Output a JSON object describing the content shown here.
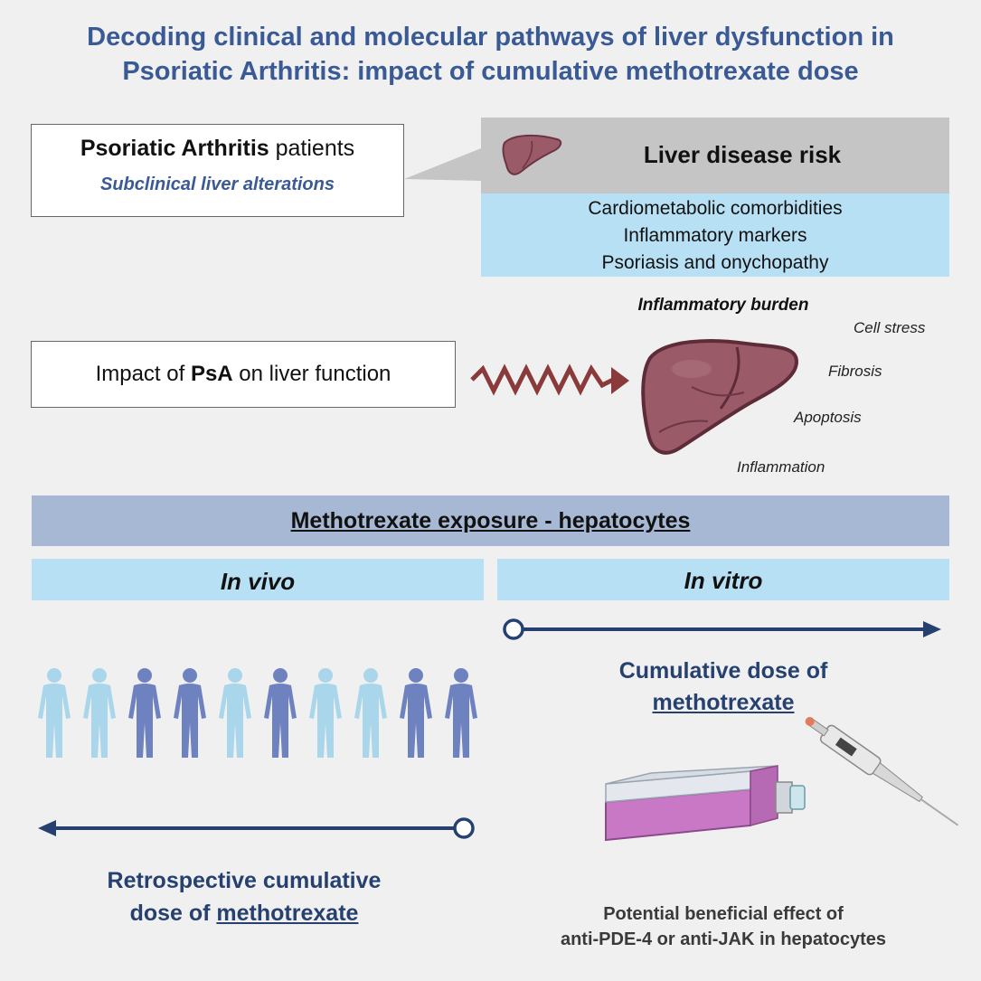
{
  "title": {
    "line1": "Decoding clinical and molecular pathways of liver dysfunction in",
    "line2": "Psoriatic Arthritis: impact of cumulative methotrexate dose"
  },
  "patients_box": {
    "bold": "Psoriatic Arthritis",
    "rest": " patients",
    "subtitle": "Subclinical liver alterations"
  },
  "liver_risk": {
    "title": "Liver disease risk",
    "items": [
      "Cardiometabolic comorbidities",
      "Inflammatory markers",
      "Psoriasis and onychopathy"
    ]
  },
  "impact_box": {
    "prefix": "Impact of ",
    "bold": "PsA",
    "suffix": " on liver function"
  },
  "inflammatory_burden": {
    "label": "Inflammatory burden",
    "effects": [
      "Cell stress",
      "Fibrosis",
      "Apoptosis",
      "Inflammation"
    ]
  },
  "methotrexate_section": {
    "title": "Methotrexate exposure - hepatocytes",
    "in_vivo": "In vivo",
    "in_vitro": "In vitro"
  },
  "in_vitro_panel": {
    "dose_line1": "Cumulative dose of",
    "dose_line2": "methotrexate",
    "note_line1": "Potential beneficial effect of",
    "note_line2": "anti-PDE-4 or anti-JAK in hepatocytes"
  },
  "in_vivo_panel": {
    "dose_line1": "Retrospective cumulative",
    "dose_line2_prefix": "dose of ",
    "dose_line2_u": "methotrexate",
    "people_shades": [
      "light",
      "light",
      "dark",
      "dark",
      "light",
      "dark",
      "light",
      "light",
      "dark",
      "dark"
    ]
  },
  "colors": {
    "title": "#3a5a96",
    "navy": "#26406f",
    "light_blue": "#b8e0f4",
    "person_light": "#a9d6ea",
    "person_dark": "#6f82c0",
    "liver": "#8a4a58",
    "zigzag": "#8a3a3a"
  }
}
